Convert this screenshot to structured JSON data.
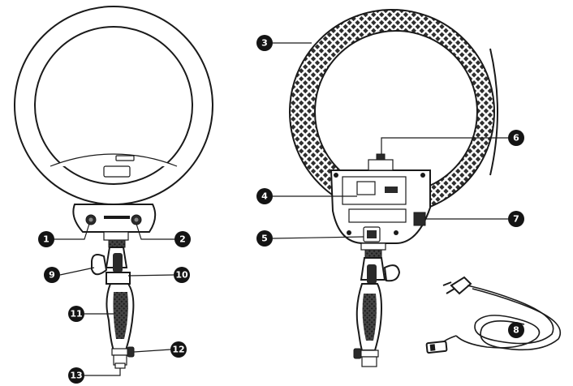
{
  "callouts": [
    {
      "id": "1",
      "label": "1"
    },
    {
      "id": "2",
      "label": "2"
    },
    {
      "id": "3",
      "label": "3"
    },
    {
      "id": "4",
      "label": "4"
    },
    {
      "id": "5",
      "label": "5"
    },
    {
      "id": "6",
      "label": "6"
    },
    {
      "id": "7",
      "label": "7"
    },
    {
      "id": "8",
      "label": "8"
    },
    {
      "id": "9",
      "label": "9"
    },
    {
      "id": "10",
      "label": "10"
    },
    {
      "id": "11",
      "label": "11"
    },
    {
      "id": "12",
      "label": "12"
    },
    {
      "id": "13",
      "label": "13"
    }
  ],
  "colors": {
    "ink": "#1a1a1a",
    "badge": "#141414",
    "mesh": "#3a3a3a",
    "paper": "#ffffff"
  }
}
